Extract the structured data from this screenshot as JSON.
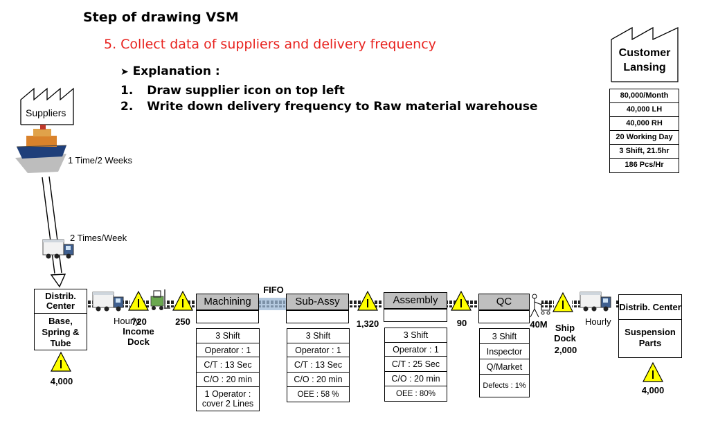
{
  "header": {
    "title": "Step of drawing VSM",
    "subtitle": "5. Collect data of suppliers and delivery frequency",
    "explanation_label": "Explanation :",
    "steps": [
      {
        "num": "1.",
        "text": "Draw supplier icon on top left"
      },
      {
        "num": "2.",
        "text": "Write down delivery frequency to Raw material warehouse"
      }
    ]
  },
  "supplier": {
    "label": "Suppliers",
    "ship_freq": "1 Time/2 Weeks",
    "truck_freq": "2 Times/Week"
  },
  "customer": {
    "name_line1": "Customer",
    "name_line2": "Lansing",
    "data": [
      "80,000/Month",
      "40,000 LH",
      "40,000 RH",
      "20 Working Day",
      "3 Shift, 21.5hr",
      "186 Pcs/Hr"
    ]
  },
  "left_center": {
    "top": "Distrib. Center",
    "bottom": "Base, Spring & Tube",
    "inventory": "4,000"
  },
  "right_center": {
    "top": "Distrib. Center",
    "bottom": "Suspension Parts",
    "inventory": "4,000"
  },
  "flow": {
    "hourly_left": "Hourly",
    "income_dock_qty": "720",
    "income_dock_label": "Income Dock",
    "inv_250": "250",
    "fifo": "FIFO",
    "inv_1320": "1,320",
    "inv_90": "90",
    "inspect_40m": "40M",
    "ship_dock_label": "Ship Dock",
    "ship_dock_qty": "2,000",
    "hourly_right": "Hourly"
  },
  "processes": [
    {
      "name": "Machining",
      "data": [
        "3 Shift",
        "Operator : 1",
        "C/T : 13 Sec",
        "C/O : 20 min",
        "1 Operator : cover 2 Lines"
      ]
    },
    {
      "name": "Sub-Assy",
      "data": [
        "3 Shift",
        "Operator : 1",
        "C/T : 13 Sec",
        "C/O : 20 min",
        "OEE : 58 %"
      ]
    },
    {
      "name": "Assembly",
      "data": [
        "3 Shift",
        "Operator : 1",
        "C/T : 25 Sec",
        "C/O : 20 min",
        "OEE :  80%"
      ]
    },
    {
      "name": "QC",
      "data": [
        "3 Shift",
        "Inspector",
        "Q/Market",
        "Defects : 1%"
      ]
    }
  ],
  "colors": {
    "accent_red": "#e8231f",
    "inventory_yellow": "#ffff00",
    "process_grey": "#bfbfbf",
    "fifo_blue": "#9bb7d4"
  }
}
